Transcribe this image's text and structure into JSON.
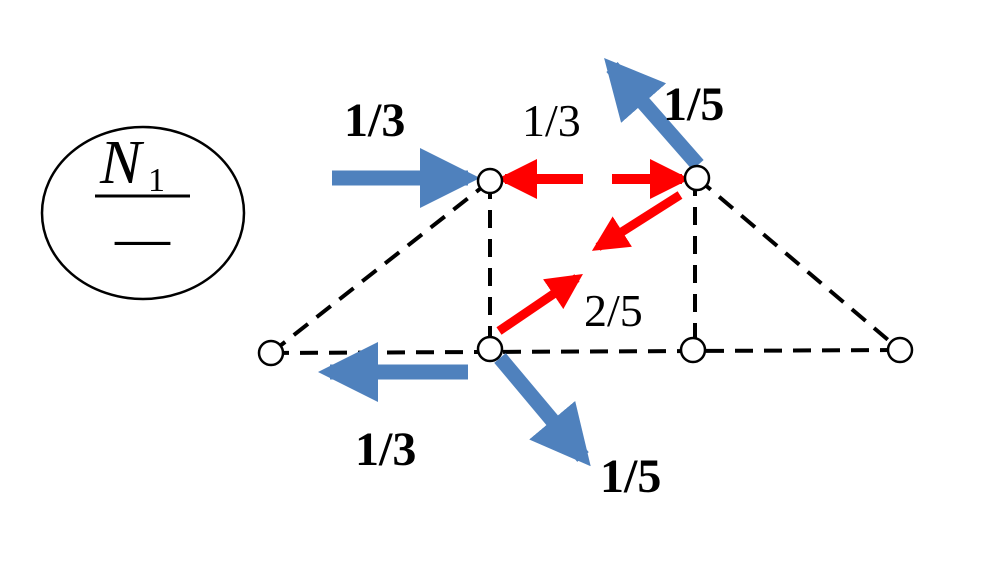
{
  "legend": {
    "symbol": "N",
    "subscript": "1",
    "denominator": "—"
  },
  "labels": {
    "top_left_load": "1/3",
    "top_member_force": "1/3",
    "top_right_load": "1/5",
    "diagonal_force": "2/5",
    "bottom_left_load": "1/3",
    "bottom_right_load": "1/5"
  },
  "colors": {
    "external_arrow": "#4f81bd",
    "internal_arrow": "#ff0000",
    "member_line": "#000000"
  }
}
